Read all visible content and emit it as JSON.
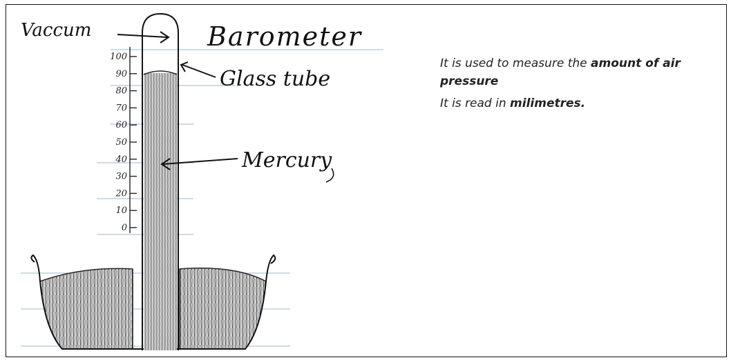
{
  "diagram": {
    "title": "Barometer",
    "labels": {
      "vacuum": "Vaccum",
      "glass_tube": "Glass tube",
      "mercury": "Mercury"
    },
    "scale_ticks": [
      "100",
      "90",
      "80",
      "70",
      "60",
      "50",
      "40",
      "30",
      "20",
      "10",
      "0"
    ]
  },
  "info": {
    "line1_prefix": "It is used to measure the ",
    "line1_bold": "amount of air pressure",
    "line2_prefix": "It is read in ",
    "line2_bold": "milimetres."
  }
}
